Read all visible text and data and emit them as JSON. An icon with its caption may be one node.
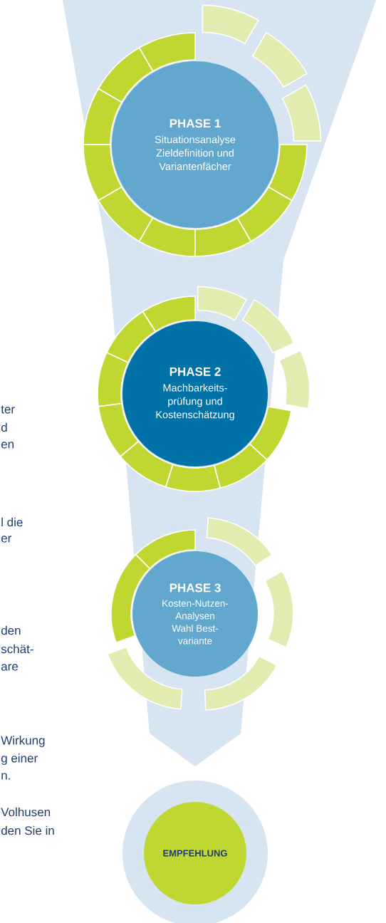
{
  "diagram": {
    "nodes": [
      {
        "text": [
          "PHASE 1",
          "Situationsanalyse Zieldefinition und Variantenfächer"
        ]
      },
      {
        "text": [
          "PHASE 2",
          "Machbarkeits- prüfung und Kostenschätzung"
        ]
      },
      {
        "text": [
          "PHASE 3",
          "Kosten-Nutzen- Analysen Wahl Best- variante"
        ]
      },
      {
        "text": [
          "EMPFEHLUNG"
        ]
      }
    ],
    "labels": [
      "ter",
      "d",
      "en",
      "l die",
      "er",
      "den",
      "schät-",
      "are",
      "Wirkung",
      "g einer",
      "n.",
      "Volhusen",
      "den Sie in"
    ]
  }
}
